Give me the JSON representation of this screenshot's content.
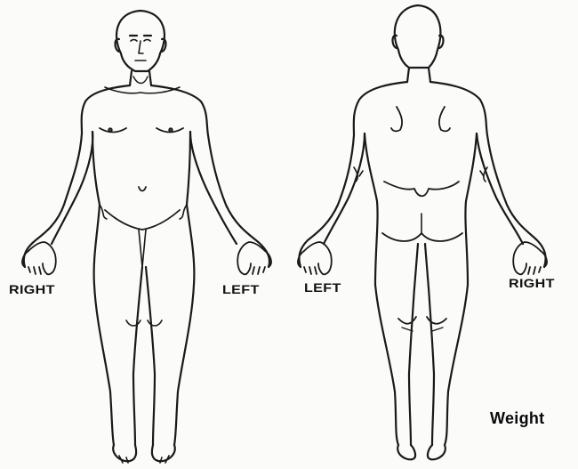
{
  "labels": {
    "front_right": "RIGHT",
    "front_left": "LEFT",
    "back_left": "LEFT",
    "back_right": "RIGHT",
    "weight": "Weight"
  },
  "colors": {
    "outline": "#1a1a1a",
    "background": "#fbfbfa"
  }
}
